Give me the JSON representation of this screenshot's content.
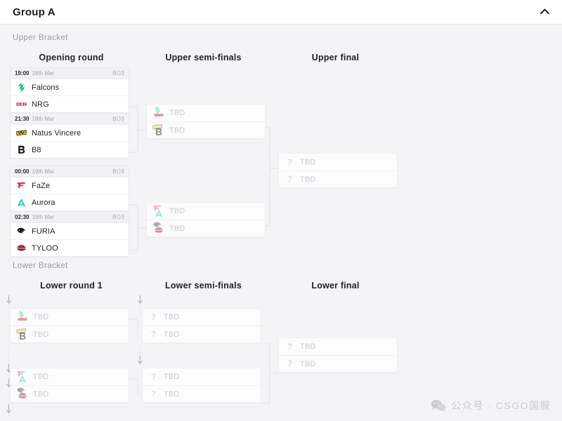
{
  "header": {
    "title": "Group A",
    "collapse_icon": "chevron-up-icon"
  },
  "watermark": {
    "icon": "wechat-icon",
    "text": "公众号 · CSGO国服"
  },
  "brackets": {
    "upper_label": "Upper Bracket",
    "lower_label": "Lower Bracket"
  },
  "rounds": {
    "opening": "Opening round",
    "upper_semis": "Upper semi-finals",
    "upper_final": "Upper final",
    "lower_r1": "Lower round 1",
    "lower_semis": "Lower semi-finals",
    "lower_final": "Lower final"
  },
  "tbd_label": "TBD",
  "upper_matches": [
    {
      "time": "19:00",
      "date": "18th Mar",
      "format": "BO3",
      "teams": [
        {
          "name": "Falcons",
          "logo": "falcons-logo",
          "color": "#17c26b"
        },
        {
          "name": "NRG",
          "logo": "nrg-logo",
          "color": "#d8152f"
        }
      ]
    },
    {
      "time": "21:30",
      "date": "18th Mar",
      "format": "BO3",
      "teams": [
        {
          "name": "Natus Vincere",
          "logo": "navi-logo",
          "color": "#f2d000"
        },
        {
          "name": "B8",
          "logo": "b8-logo",
          "color": "#16161a"
        }
      ]
    },
    {
      "time": "00:00",
      "date": "19th Mar",
      "format": "BO3",
      "teams": [
        {
          "name": "FaZe",
          "logo": "faze-logo",
          "color": "#e8264f"
        },
        {
          "name": "Aurora",
          "logo": "aurora-logo",
          "color": "#29c8c8"
        }
      ]
    },
    {
      "time": "02:30",
      "date": "19th Mar",
      "format": "BO3",
      "teams": [
        {
          "name": "FURIA",
          "logo": "furia-logo",
          "color": "#111114"
        },
        {
          "name": "TYLOO",
          "logo": "tyloo-logo",
          "color": "#9e2130"
        }
      ]
    }
  ],
  "upper_semis": [
    {
      "teams": [
        {
          "name": "TBD",
          "logo": "falcons-nrg-stack"
        },
        {
          "name": "TBD",
          "logo": "navi-b8-stack"
        }
      ]
    },
    {
      "teams": [
        {
          "name": "TBD",
          "logo": "faze-aurora-stack"
        },
        {
          "name": "TBD",
          "logo": "furia-tyloo-stack"
        }
      ]
    }
  ],
  "upper_final": {
    "teams": [
      {
        "name": "TBD",
        "logo": "question-icon"
      },
      {
        "name": "TBD",
        "logo": "question-icon"
      }
    ]
  },
  "lower_r1": [
    {
      "teams": [
        {
          "name": "TBD",
          "logo": "falcons-nrg-stack"
        },
        {
          "name": "TBD",
          "logo": "navi-b8-stack"
        }
      ]
    },
    {
      "teams": [
        {
          "name": "TBD",
          "logo": "faze-aurora-stack"
        },
        {
          "name": "TBD",
          "logo": "furia-tyloo-stack"
        }
      ]
    }
  ],
  "lower_semis": [
    {
      "teams": [
        {
          "name": "TBD",
          "logo": "question-icon"
        },
        {
          "name": "TBD",
          "logo": "question-icon"
        }
      ]
    },
    {
      "teams": [
        {
          "name": "TBD",
          "logo": "question-icon"
        },
        {
          "name": "TBD",
          "logo": "question-icon"
        }
      ]
    }
  ],
  "lower_final": {
    "teams": [
      {
        "name": "TBD",
        "logo": "question-icon"
      },
      {
        "name": "TBD",
        "logo": "question-icon"
      }
    ]
  },
  "colors": {
    "page_bg": "#f4f4f7",
    "card_bg": "#ffffff",
    "border": "#e9e9ee",
    "text": "#22222a",
    "muted": "#9a9aa6",
    "line": "#e3e3ea"
  }
}
